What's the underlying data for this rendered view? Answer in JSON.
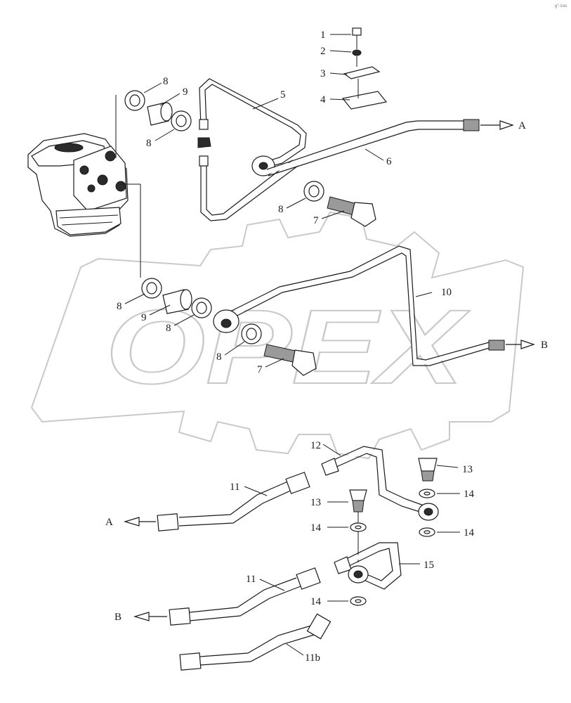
{
  "watermark": {
    "text": "OPEX"
  },
  "corner_mark": "g\"-zou",
  "flow_labels": {
    "a_top": "A",
    "b_mid": "B",
    "a_bottom": "A",
    "b_bottom": "B"
  },
  "parts": {
    "p1": "1",
    "p2": "2",
    "p3": "3",
    "p4": "4",
    "p5": "5",
    "p6": "6",
    "p7a": "7",
    "p7b": "7",
    "p8a": "8",
    "p8b": "8",
    "p8c": "8",
    "p8d": "8",
    "p8e": "8",
    "p8f": "8",
    "p9a": "9",
    "p9b": "9",
    "p10": "10",
    "p11a": "11",
    "p11b": "11",
    "p11c": "11b",
    "p12": "12",
    "p13a": "13",
    "p13b": "13",
    "p14a": "14",
    "p14b": "14",
    "p14c": "14",
    "p14d": "14",
    "p15": "15"
  }
}
